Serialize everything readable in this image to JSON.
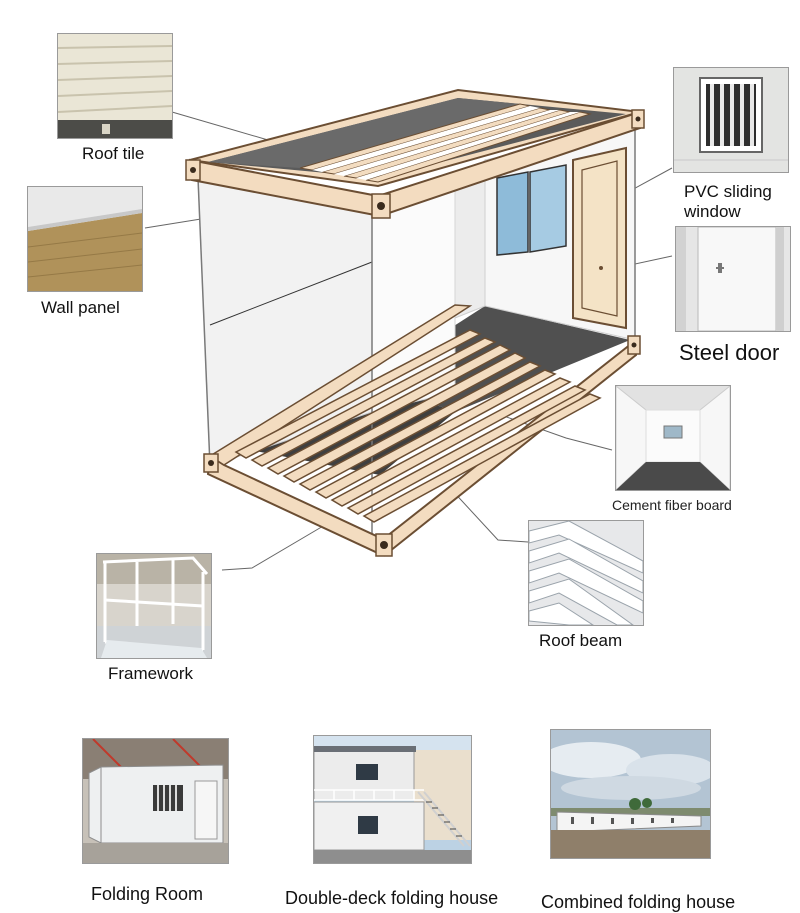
{
  "labels": {
    "roof_tile": "Roof tile",
    "wall_panel": "Wall panel",
    "pvc_window_line1": "PVC sliding",
    "pvc_window_line2": "window",
    "steel_door": "Steel door",
    "cement_board": "Cement fiber board",
    "roof_beam": "Roof beam",
    "framework": "Framework"
  },
  "products": [
    {
      "label": "Folding Room"
    },
    {
      "label": "Double-deck folding house"
    },
    {
      "label": "Combined folding house"
    }
  ],
  "colors": {
    "frame_wood": "#f3dcc0",
    "frame_edge": "#6b4e33",
    "floor_dark": "#4a4a4a",
    "wall_white": "#f4f4f4",
    "window_blue": "#9cc3de",
    "leader_line": "#666666"
  }
}
